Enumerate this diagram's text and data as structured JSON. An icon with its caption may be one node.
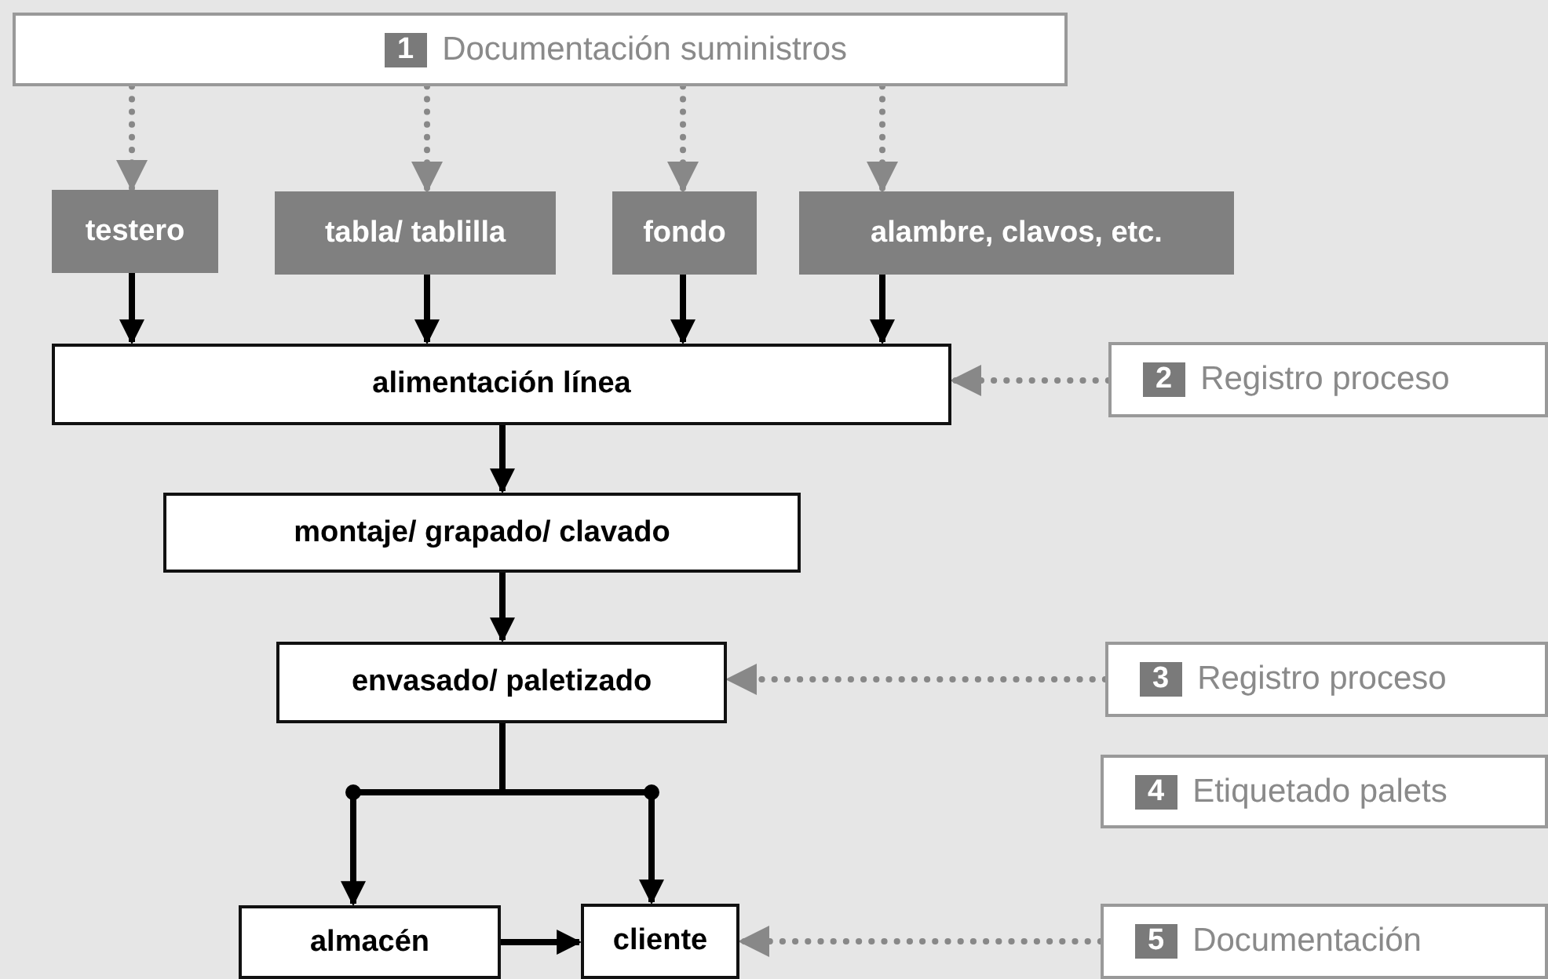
{
  "diagram": {
    "nodes": [
      {
        "text": [
          "1",
          "Documentación suministros"
        ]
      },
      {
        "text": [
          "testero"
        ]
      },
      {
        "text": [
          "tabla/ tablilla"
        ]
      },
      {
        "text": [
          "fondo"
        ]
      },
      {
        "text": [
          "alambre, clavos, etc."
        ]
      },
      {
        "text": [
          "alimentación línea"
        ]
      },
      {
        "text": [
          "2",
          "Registro proceso"
        ]
      },
      {
        "text": [
          "montaje/ grapado/ clavado"
        ]
      },
      {
        "text": [
          "envasado/ paletizado"
        ]
      },
      {
        "text": [
          "3",
          "Registro proceso"
        ]
      },
      {
        "text": [
          "4",
          "Etiquetado palets"
        ]
      },
      {
        "text": [
          "almacén"
        ]
      },
      {
        "text": [
          "cliente"
        ]
      },
      {
        "text": [
          "5",
          "Documentación"
        ]
      }
    ],
    "edges": [
      {
        "from": 0,
        "to": 1,
        "arrow": "to",
        "style": "dashed",
        "color": "#888888"
      },
      {
        "from": 0,
        "to": 2,
        "arrow": "to",
        "style": "dashed",
        "color": "#888888"
      },
      {
        "from": 0,
        "to": 3,
        "arrow": "to",
        "style": "dashed",
        "color": "#888888"
      },
      {
        "from": 0,
        "to": 4,
        "arrow": "to",
        "style": "dashed",
        "color": "#888888"
      },
      {
        "from": 1,
        "to": 5,
        "arrow": "to"
      },
      {
        "from": 2,
        "to": 5,
        "arrow": "to"
      },
      {
        "from": 3,
        "to": 5,
        "arrow": "to"
      },
      {
        "from": 4,
        "to": 5,
        "arrow": "to"
      },
      {
        "from": 6,
        "to": 5,
        "arrow": "to",
        "style": "dashed",
        "color": "#888888"
      },
      {
        "from": 5,
        "to": 7,
        "arrow": "to"
      },
      {
        "from": 7,
        "to": 8,
        "arrow": "to"
      },
      {
        "from": 9,
        "to": 8,
        "arrow": "to",
        "style": "dashed",
        "color": "#888888"
      },
      {
        "from": 8,
        "to": 11,
        "arrow": "to"
      },
      {
        "from": 8,
        "to": 12,
        "arrow": "to"
      },
      {
        "from": 11,
        "to": 12,
        "arrow": "to"
      },
      {
        "from": 13,
        "to": 12,
        "arrow": "to",
        "style": "dashed",
        "color": "#888888"
      }
    ]
  }
}
